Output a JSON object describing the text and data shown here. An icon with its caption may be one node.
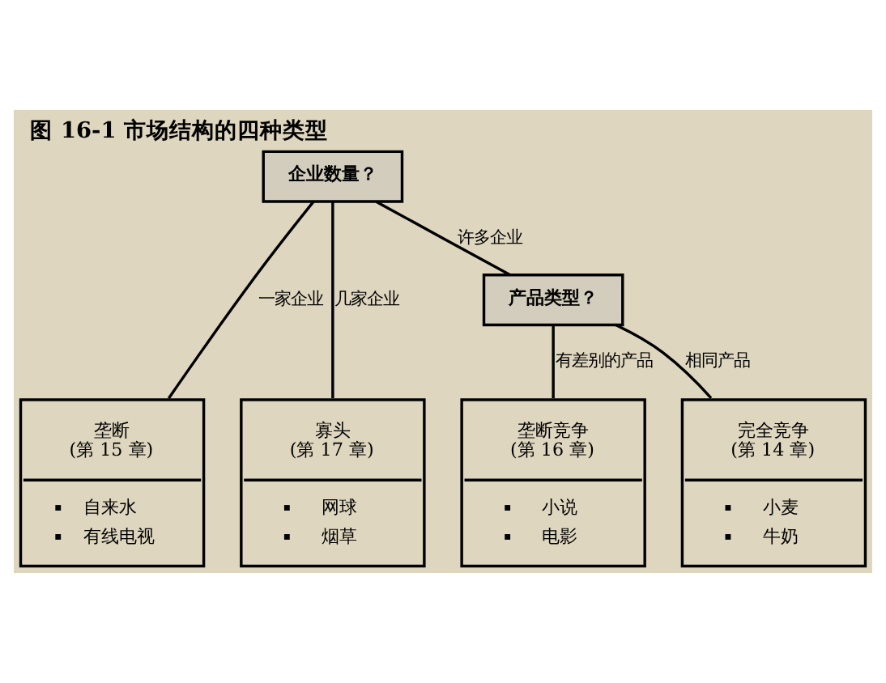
{
  "diagram": {
    "title": "图 16-1 市场结构的四种类型",
    "nodes": [
      {
        "text": [
          "企业数量？"
        ]
      },
      {
        "text": [
          "产品类型？"
        ]
      },
      {
        "text": [
          "垄断 (第 15 章)",
          "自来水",
          "有线电视"
        ]
      },
      {
        "text": [
          "寡头 (第 17 章)",
          "网球",
          "烟草"
        ]
      },
      {
        "text": [
          "垄断竞争 (第 16 章)",
          "小说",
          "电影"
        ]
      },
      {
        "text": [
          "完全竞争 (第 14 章)",
          "小麦",
          "牛奶"
        ]
      }
    ],
    "edges": [
      {
        "from": 0,
        "to": 2,
        "arrow": "none",
        "label": "一家企业"
      },
      {
        "from": 0,
        "to": 3,
        "arrow": "none",
        "label": "几家企业"
      },
      {
        "from": 0,
        "to": 1,
        "arrow": "none",
        "label": "许多企业"
      },
      {
        "from": 1,
        "to": 4,
        "arrow": "none",
        "label": "有差别的产品"
      },
      {
        "from": 1,
        "to": 5,
        "arrow": "none",
        "label": "相同产品"
      }
    ]
  }
}
